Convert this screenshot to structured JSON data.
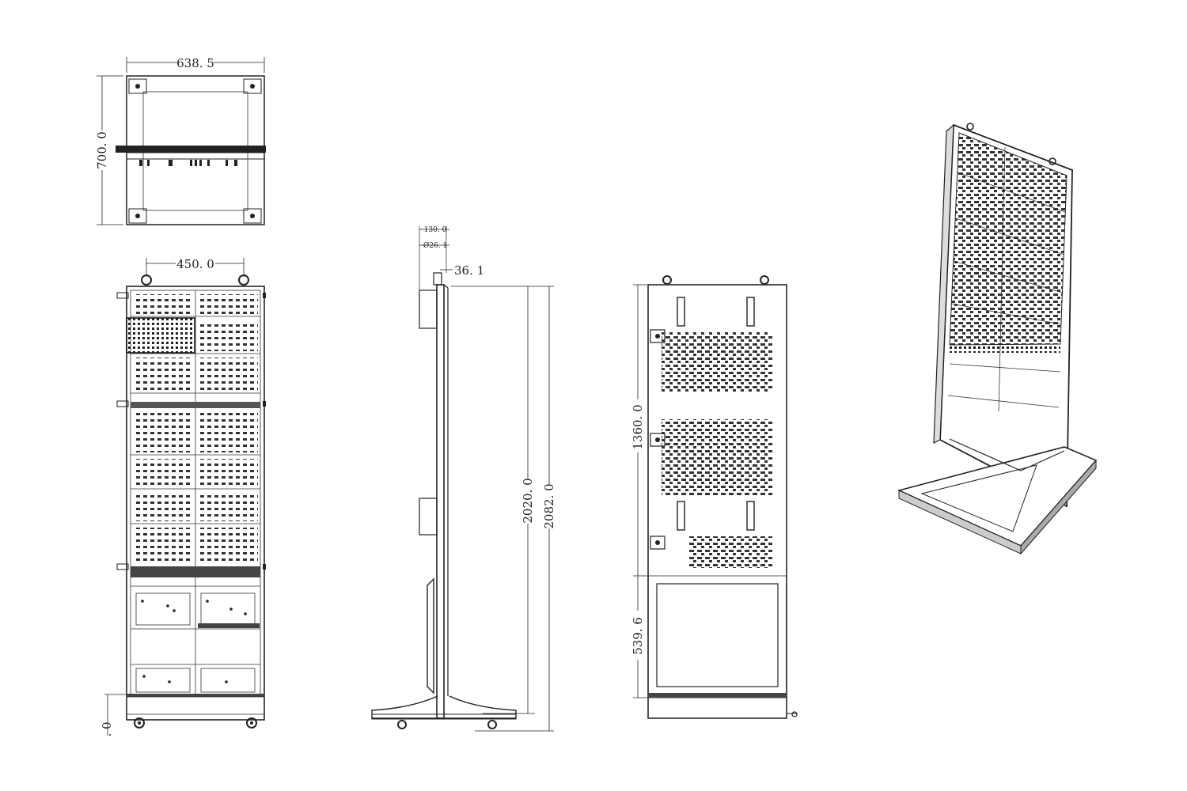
{
  "dimensions": {
    "top_width": "638. 5",
    "top_depth": "700. 0",
    "front_bolt_span": "450. 0",
    "front_bottom_partial": ". 0",
    "side_top_1": "130. 0",
    "side_top_2": "Ø26. 1",
    "side_thickness": "36. 1",
    "side_height_1": "2020. 0",
    "side_height_2": "2082. 0",
    "back_panel_height": "1360. 0",
    "back_base_height": "539. 6"
  },
  "colors": {
    "line": "#222222",
    "background": "#ffffff"
  }
}
